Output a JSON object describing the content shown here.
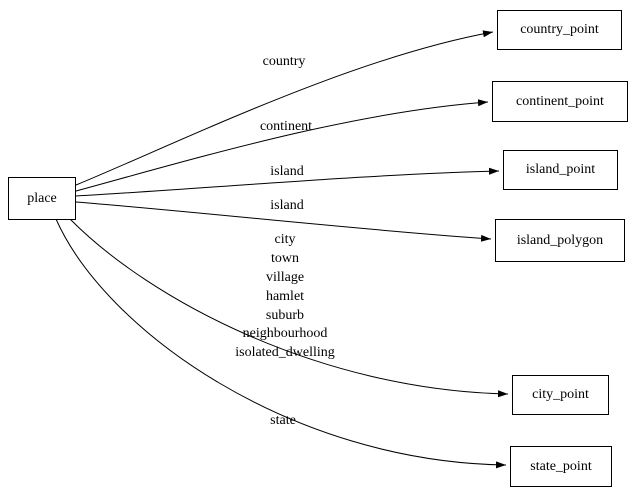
{
  "diagram": {
    "type": "directed-graph",
    "background": "#ffffff",
    "colors": {
      "node_border": "#000000",
      "edge": "#000000",
      "text": "#000000"
    },
    "place": {
      "label": "place"
    },
    "nodes": [
      {
        "id": "country_point",
        "label": "country_point"
      },
      {
        "id": "continent_point",
        "label": "continent_point"
      },
      {
        "id": "island_point",
        "label": "island_point"
      },
      {
        "id": "island_polygon",
        "label": "island_polygon"
      },
      {
        "id": "city_point",
        "label": "city_point"
      },
      {
        "id": "state_point",
        "label": "state_point"
      }
    ],
    "edges": [
      {
        "from": "place",
        "to": "country_point",
        "label": "country"
      },
      {
        "from": "place",
        "to": "continent_point",
        "label": "continent"
      },
      {
        "from": "place",
        "to": "island_point",
        "label": "island"
      },
      {
        "from": "place",
        "to": "island_polygon",
        "label": "island"
      },
      {
        "from": "place",
        "to": "city_point",
        "label": "city\ntown\nvillage\nhamlet\nsuburb\nneighbourhood\nisolated_dwelling"
      },
      {
        "from": "place",
        "to": "state_point",
        "label": "state"
      }
    ]
  }
}
